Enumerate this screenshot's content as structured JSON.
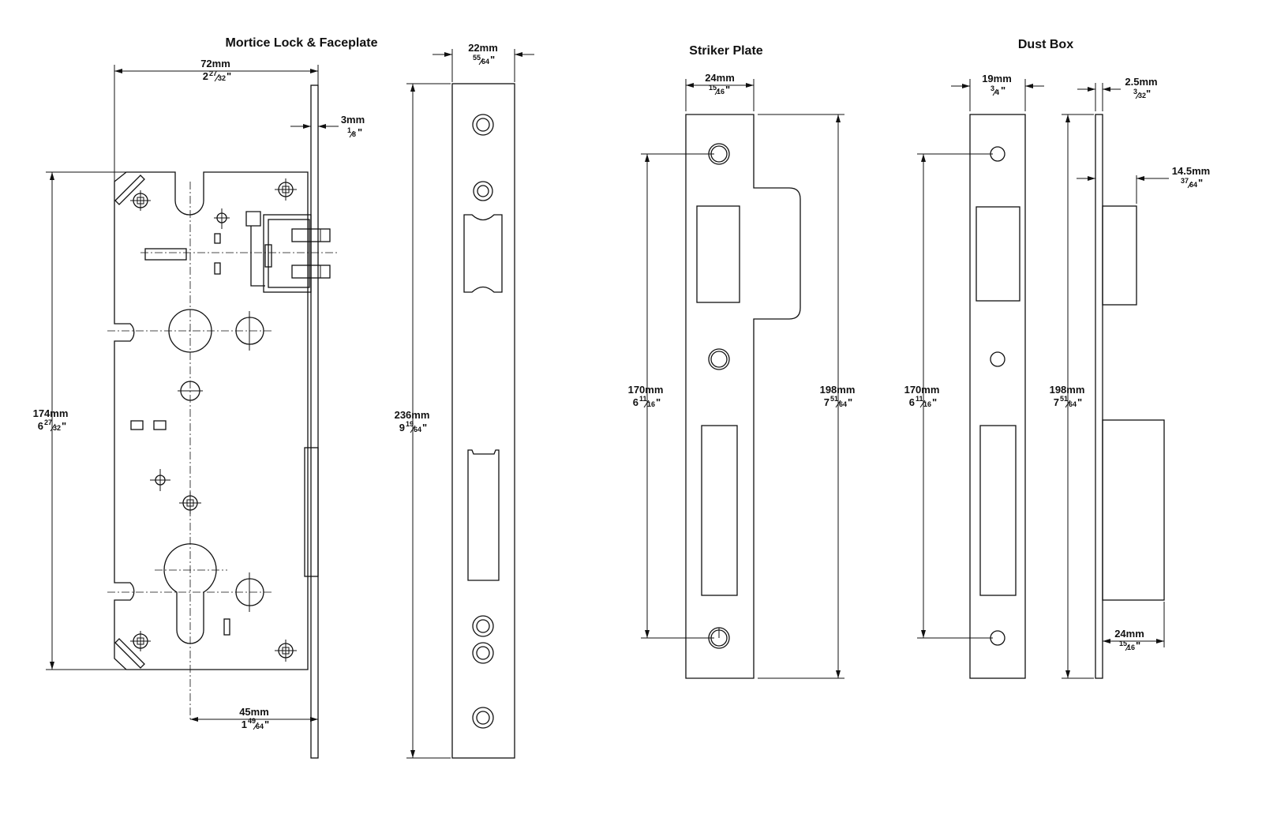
{
  "views": {
    "mortice": {
      "title": "Mortice Lock & Faceplate"
    },
    "striker": {
      "title": "Striker Plate"
    },
    "dustbox": {
      "title": "Dust Box"
    }
  },
  "dimensions": {
    "lock_width": {
      "mm": "72mm",
      "w": "2",
      "n": "27",
      "d": "32"
    },
    "faceplate_thick": {
      "mm": "3mm",
      "w": "",
      "n": "1",
      "d": "8"
    },
    "lock_height": {
      "mm": "174mm",
      "w": "6",
      "n": "27",
      "d": "32"
    },
    "backset": {
      "mm": "45mm",
      "w": "1",
      "n": "49",
      "d": "64"
    },
    "faceplate_width": {
      "mm": "22mm",
      "w": "",
      "n": "55",
      "d": "64"
    },
    "faceplate_height": {
      "mm": "236mm",
      "w": "9",
      "n": "19",
      "d": "64"
    },
    "striker_width": {
      "mm": "24mm",
      "w": "",
      "n": "15",
      "d": "16"
    },
    "striker_fixings": {
      "mm": "170mm",
      "w": "6",
      "n": "11",
      "d": "16"
    },
    "striker_height": {
      "mm": "198mm",
      "w": "7",
      "n": "51",
      "d": "64"
    },
    "dust_width": {
      "mm": "19mm",
      "w": "",
      "n": "3",
      "d": "4"
    },
    "dust_fixings": {
      "mm": "170mm",
      "w": "6",
      "n": "11",
      "d": "16"
    },
    "dust_thick": {
      "mm": "2.5mm",
      "w": "",
      "n": "3",
      "d": "32"
    },
    "dust_depth": {
      "mm": "14.5mm",
      "w": "",
      "n": "37",
      "d": "64"
    },
    "dust_height": {
      "mm": "198mm",
      "w": "7",
      "n": "51",
      "d": "64"
    },
    "dust_box_depth": {
      "mm": "24mm",
      "w": "",
      "n": "15",
      "d": "16"
    }
  },
  "colors": {
    "line": "#111111",
    "background": "#ffffff"
  }
}
